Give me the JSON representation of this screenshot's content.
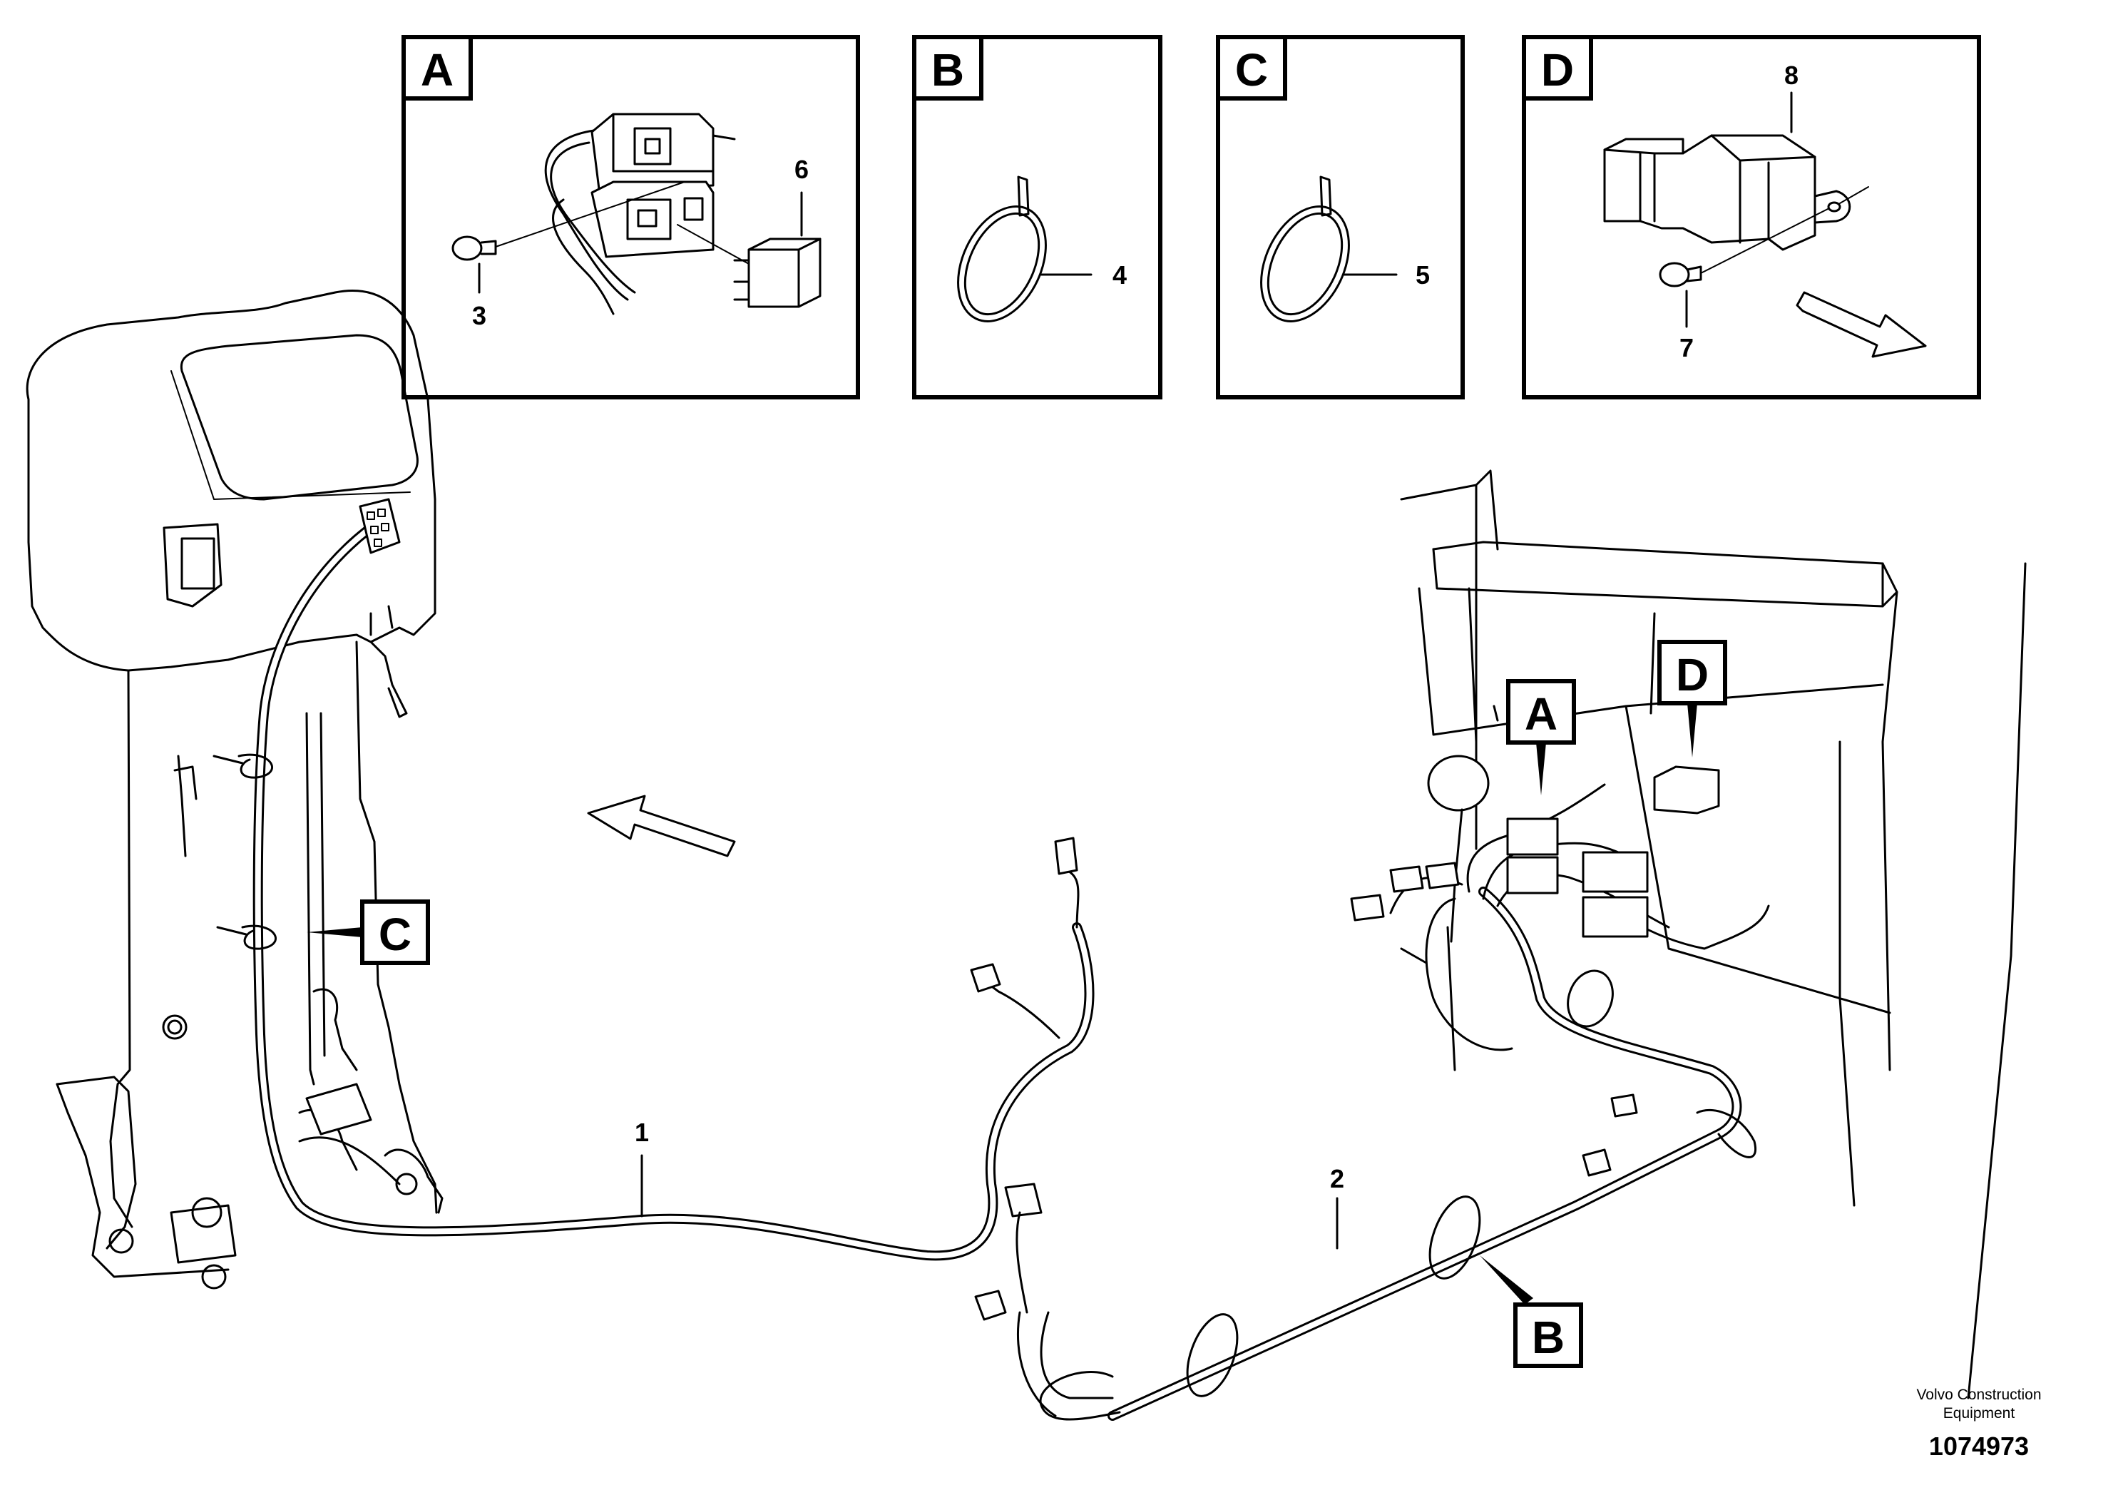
{
  "detail_panels": [
    {
      "letter": "A"
    },
    {
      "letter": "B"
    },
    {
      "letter": "C"
    },
    {
      "letter": "D"
    }
  ],
  "callouts": {
    "harness_1": "1",
    "harness_2": "2",
    "screw_3": "3",
    "cable_tie_4": "4",
    "cable_tie_5": "5",
    "relay_6": "6",
    "screw_7": "7",
    "relay_holder_8": "8"
  },
  "location_tags": {
    "A": "A",
    "B": "B",
    "C": "C",
    "D": "D"
  },
  "footer": {
    "company_line1": "Volvo Construction",
    "company_line2": "Equipment",
    "drawing_number": "1074973"
  }
}
